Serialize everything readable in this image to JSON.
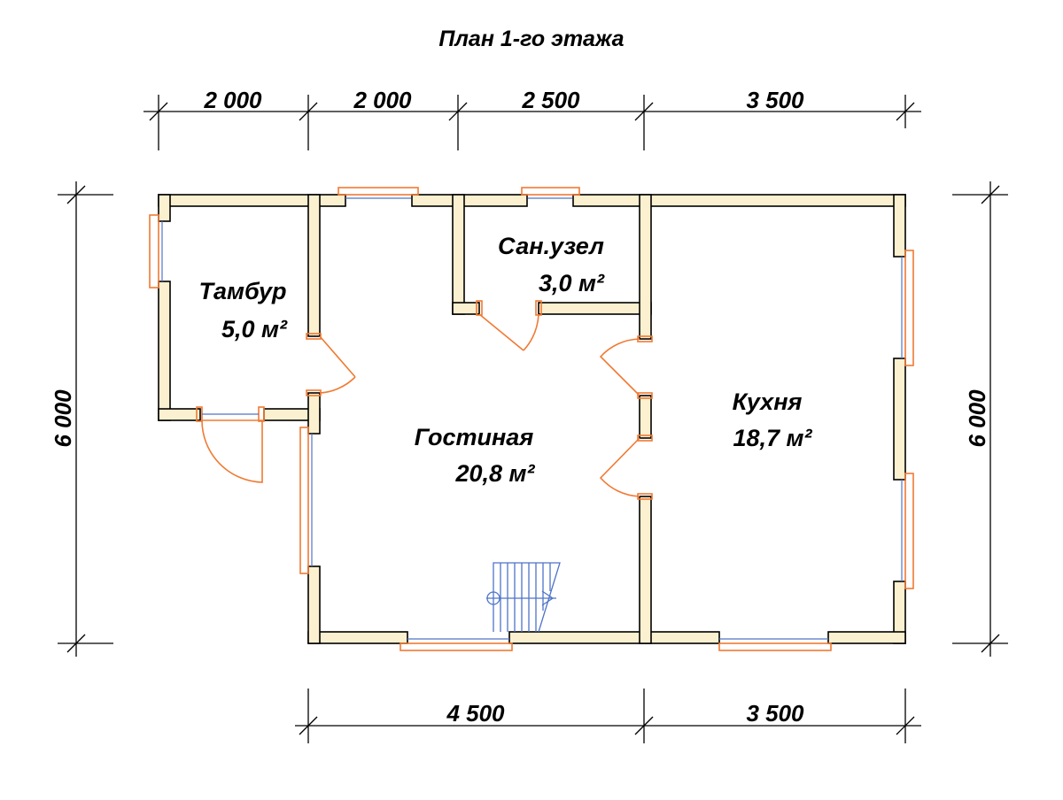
{
  "title": "План 1-го этажа",
  "dimensions": {
    "top": [
      "2 000",
      "2 000",
      "2 500",
      "3 500"
    ],
    "bottom": [
      "4 500",
      "3 500"
    ],
    "left": "6 000",
    "right": "6 000"
  },
  "rooms": [
    {
      "name": "Тамбур",
      "area": "5,0 м²"
    },
    {
      "name": "Сан.узел",
      "area": "3,0 м²"
    },
    {
      "name": "Гостиная",
      "area": "20,8 м²"
    },
    {
      "name": "Кухня",
      "area": "18,7 м²"
    }
  ],
  "colors": {
    "wall_fill": "#fbf0cf",
    "window_frame": "#f07a32",
    "glass_and_stairs": "#4f74c8"
  }
}
